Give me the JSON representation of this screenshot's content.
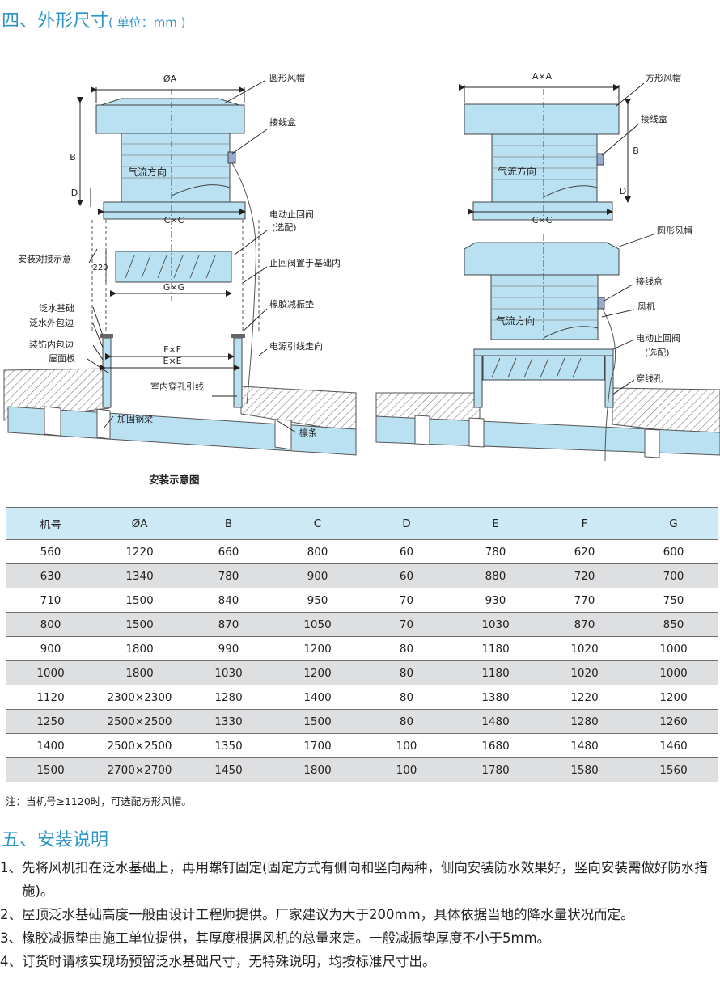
{
  "section4": {
    "title": "四、外形尺寸",
    "unit": "( 单位：mm )"
  },
  "diagram": {
    "caption": "安装示意图",
    "dims": {
      "phiA": "ØA",
      "AxA": "A×A",
      "B": "B",
      "D": "D",
      "CxC": "C×C",
      "GxG": "G×G",
      "FxF": "F×F",
      "ExE": "E×E",
      "h220": "220"
    },
    "airflow": "气流方向",
    "labels_left": {
      "round_cap": "圆形风帽",
      "junction_box": "接线盒",
      "electric_valve": "电动止回阀",
      "optional": "(选配)",
      "install_hint": "安装对接示意",
      "valve_in_base": "止回阀置于基础内",
      "rubber_pad": "橡胶减振垫",
      "flash_base": "泛水基础",
      "flash_outer": "泛水外包边",
      "decor_inner": "装饰内包边",
      "roof_panel": "屋面板",
      "power_wire": "电源引线走向",
      "indoor_wire": "室内穿孔引线",
      "steel_beam": "加固钢梁",
      "purlin": "檩条"
    },
    "labels_right": {
      "square_cap": "方形风帽",
      "junction_box": "接线盒",
      "round_cap": "圆形风帽",
      "junction_box2": "接线盒",
      "fan": "风机",
      "electric_valve": "电动止回阀",
      "optional": "(选配)",
      "wire_hole": "穿线孔"
    }
  },
  "table": {
    "headers": [
      "机号",
      "ØA",
      "B",
      "C",
      "D",
      "E",
      "F",
      "G"
    ],
    "rows": [
      [
        "560",
        "1220",
        "660",
        "800",
        "60",
        "780",
        "620",
        "600"
      ],
      [
        "630",
        "1340",
        "780",
        "900",
        "60",
        "880",
        "720",
        "700"
      ],
      [
        "710",
        "1500",
        "840",
        "950",
        "70",
        "930",
        "770",
        "750"
      ],
      [
        "800",
        "1500",
        "870",
        "1050",
        "70",
        "1030",
        "870",
        "850"
      ],
      [
        "900",
        "1800",
        "990",
        "1200",
        "80",
        "1180",
        "1020",
        "1000"
      ],
      [
        "1000",
        "1800",
        "1030",
        "1200",
        "80",
        "1180",
        "1020",
        "1000"
      ],
      [
        "1120",
        "2300×2300",
        "1280",
        "1400",
        "80",
        "1380",
        "1220",
        "1200"
      ],
      [
        "1250",
        "2500×2500",
        "1330",
        "1500",
        "80",
        "1480",
        "1280",
        "1260"
      ],
      [
        "1400",
        "2500×2500",
        "1350",
        "1700",
        "100",
        "1680",
        "1480",
        "1460"
      ],
      [
        "1500",
        "2700×2700",
        "1450",
        "1800",
        "100",
        "1780",
        "1580",
        "1560"
      ]
    ]
  },
  "note": "注：当机号≥1120时，可选配方形风帽。",
  "section5": {
    "title": "五、安装说明",
    "steps": [
      {
        "num": "1、",
        "text": "先将风机扣在泛水基础上，再用螺钉固定(固定方式有侧向和竖向两种，侧向安装防水效果好，竖向安装需做好防水措施)。"
      },
      {
        "num": "2、",
        "text": "屋顶泛水基础高度一般由设计工程师提供。厂家建议为大于200mm，具体依据当地的降水量状况而定。"
      },
      {
        "num": "3、",
        "text": "橡胶减振垫由施工单位提供，其厚度根据风机的总量来定。一般减振垫厚度不小于5mm。"
      },
      {
        "num": "4、",
        "text": "订货时请核实现场预留泛水基础尺寸，无特殊说明，均按标准尺寸出。"
      }
    ]
  },
  "colors": {
    "accent": "#2e95c9",
    "fan_fill": "#b9e1f2",
    "header_fill": "#cde9f5",
    "alt_row": "#dedfe0"
  }
}
